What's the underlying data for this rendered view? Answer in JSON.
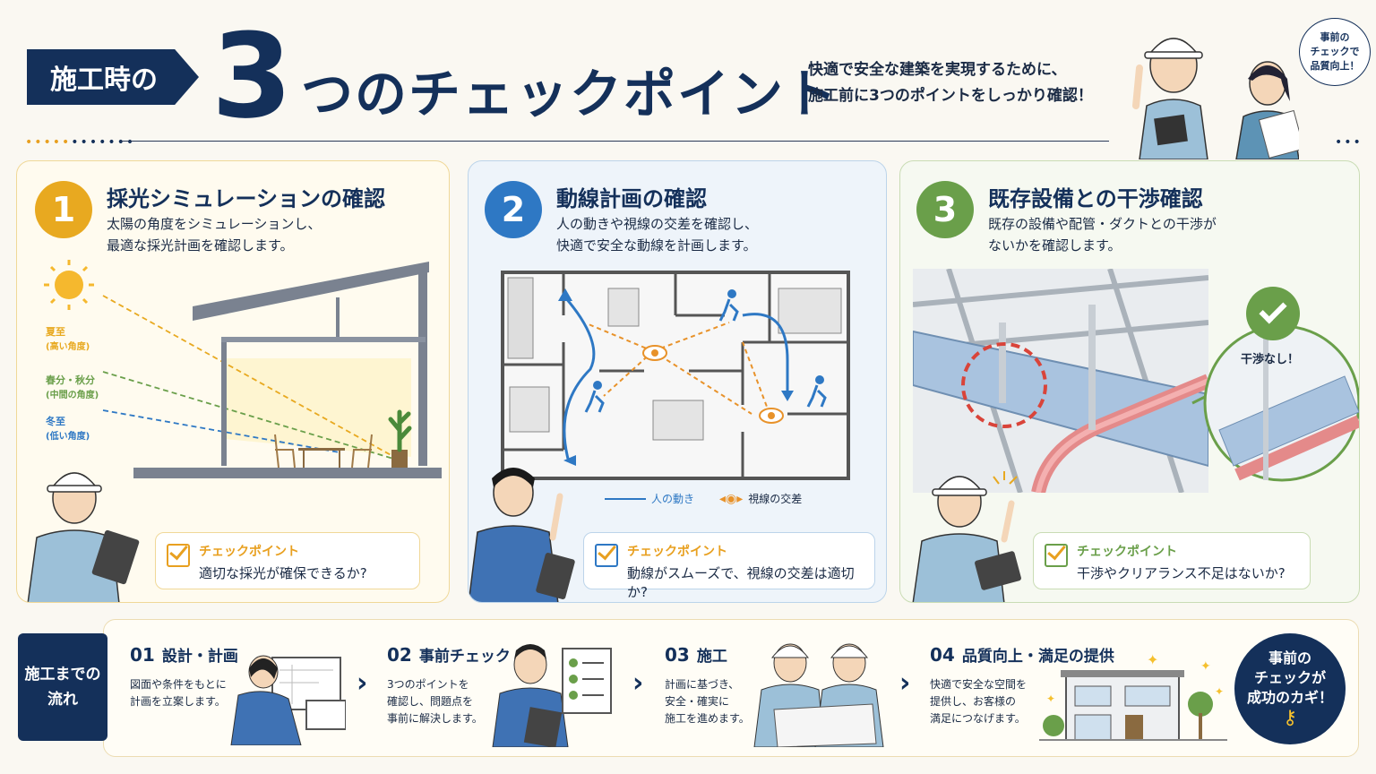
{
  "header": {
    "label": "施工時の",
    "number": "3",
    "title": "つのチェックポイント",
    "subtitle_line1": "快適で安全な建築を実現するために、",
    "subtitle_line2": "施工前に3つのポイントをしっかり確認！",
    "bubble_line1": "事前の",
    "bubble_line2": "チェックで",
    "bubble_line3": "品質向上！"
  },
  "cards": [
    {
      "number": "1",
      "title": "採光シミュレーションの確認",
      "desc_line1": "太陽の角度をシミュレーションし、",
      "desc_line2": "最適な採光計画を確認します。",
      "check_title": "チェックポイント",
      "check_text": "適切な採光が確保できるか?",
      "color": "#e8a920"
    },
    {
      "number": "2",
      "title": "動線計画の確認",
      "desc_line1": "人の動きや視線の交差を確認し、",
      "desc_line2": "快適で安全な動線を計画します。",
      "check_title": "チェックポイント",
      "check_text": "動線がスムーズで、視線の交差は適切か?",
      "color": "#2e78c4"
    },
    {
      "number": "3",
      "title": "既存設備との干渉確認",
      "desc_line1": "既存の設備や配管・ダクトとの干渉が",
      "desc_line2": "ないかを確認します。",
      "check_title": "チェックポイント",
      "check_text": "干渉やクリアランス不足はないか?",
      "color": "#6a9f4a"
    }
  ],
  "sun_labels": {
    "summer": "夏至",
    "summer_sub": "(高い角度)",
    "equinox": "春分・秋分",
    "equinox_sub": "(中間の角度)",
    "winter": "冬至",
    "winter_sub": "(低い角度)"
  },
  "floorplan_legend": {
    "movement": "人の動き",
    "sightline": "視線の交差"
  },
  "interference": {
    "ok_label": "干渉なし！"
  },
  "flow": {
    "label_line1": "施工までの",
    "label_line2": "流れ",
    "steps": [
      {
        "num": "01",
        "title": "設計・計画",
        "line1": "図面や条件をもとに",
        "line2": "計画を立案します。",
        "line3": ""
      },
      {
        "num": "02",
        "title": "事前チェック",
        "line1": "3つのポイントを",
        "line2": "確認し、問題点を",
        "line3": "事前に解決します。"
      },
      {
        "num": "03",
        "title": "施工",
        "line1": "計画に基づき、",
        "line2": "安全・確実に",
        "line3": "施工を進めます。"
      },
      {
        "num": "04",
        "title": "品質向上・満足の提供",
        "line1": "快適で安全な空間を",
        "line2": "提供し、お客様の",
        "line3": "満足につなげます。"
      }
    ],
    "badge_line1": "事前の",
    "badge_line2": "チェックが",
    "badge_line3": "成功のカギ！"
  }
}
